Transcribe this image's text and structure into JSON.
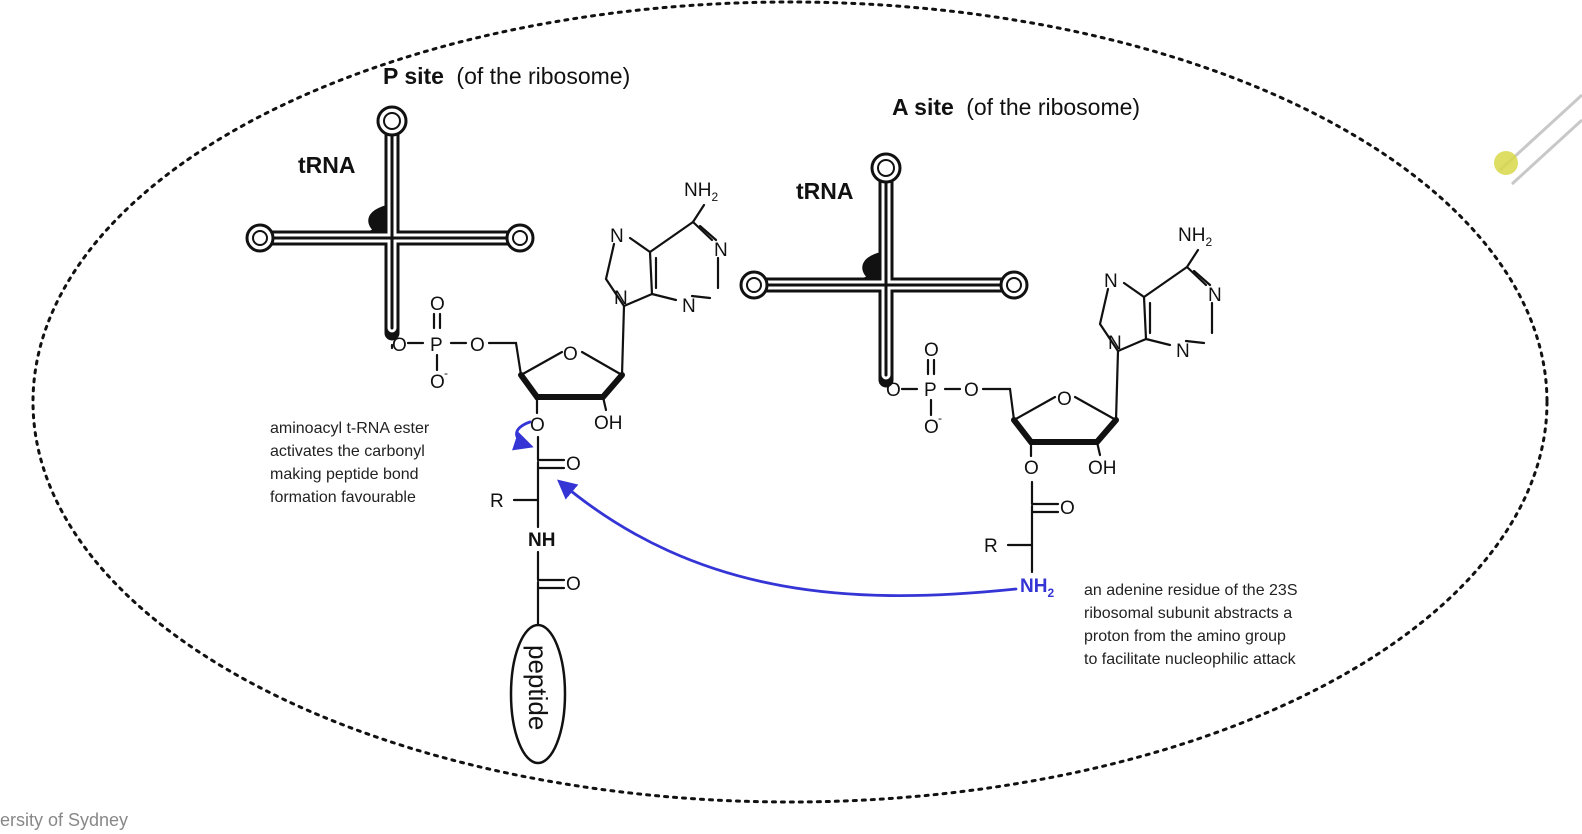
{
  "colors": {
    "arrow": "#3535d6",
    "ink": "#111111",
    "background": "#ffffff",
    "footer": "#888888",
    "pipette_tip": "#d8d84a"
  },
  "p_site": {
    "title_bold": "P site",
    "title_rest": "(of the ribosome)",
    "trna_label": "tRNA",
    "phosphate": {
      "o_top": "O",
      "o_left": "O",
      "p": "P",
      "o_right": "O",
      "o_minus": "O",
      "charge": "-"
    },
    "ribose": {
      "ring_o": "O",
      "o3": "O",
      "oh": "OH"
    },
    "adenine": {
      "nh2": "NH",
      "nh2_sub": "2",
      "n7": "N",
      "n1": "N",
      "n3": "N",
      "n9": "N"
    },
    "ester": {
      "o": "O"
    },
    "r_group": "R",
    "amide_nh": "NH",
    "amide_o": "O",
    "peptide": "peptide",
    "note_lines": [
      "aminoacyl t-RNA ester",
      "activates the carbonyl",
      "making peptide bond",
      "formation favourable"
    ]
  },
  "a_site": {
    "title_bold": "A site",
    "title_rest": "(of the ribosome)",
    "trna_label": "tRNA",
    "phosphate": {
      "o_top": "O",
      "o_left": "O",
      "p": "P",
      "o_right": "O",
      "o_minus": "O",
      "charge": "-"
    },
    "ribose": {
      "ring_o": "O",
      "o3": "O",
      "oh": "OH"
    },
    "adenine": {
      "nh2": "NH",
      "nh2_sub": "2",
      "n7": "N",
      "n1": "N",
      "n3": "N",
      "n9": "N"
    },
    "ester": {
      "o": "O"
    },
    "r_group": "R",
    "amine": "NH",
    "amine_sub": "2",
    "note_lines": [
      "an adenine residue of the 23S",
      "ribosomal subunit abstracts a",
      "proton from the amino group",
      "to facilitate nucleophilic attack"
    ]
  },
  "footer_text": "ersity of Sydney"
}
